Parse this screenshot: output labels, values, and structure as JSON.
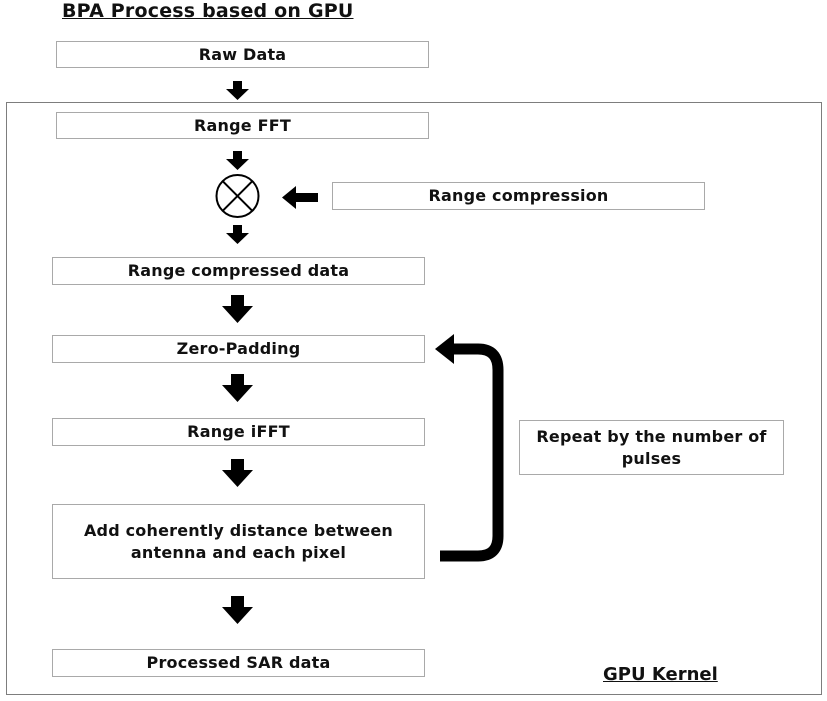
{
  "title": "BPA Process based on GPU",
  "kernel_label": "GPU Kernel",
  "steps": {
    "raw_data": "Raw Data",
    "range_fft": "Range FFT",
    "range_compression": "Range compression",
    "range_compressed_data": "Range compressed data",
    "zero_padding": "Zero-Padding",
    "range_ifft": "Range iFFT",
    "add_coherently": "Add coherently distance between antenna and each pixel",
    "processed_sar": "Processed SAR data"
  },
  "loop_label": "Repeat by the number of pulses",
  "multiply_symbol": "multiply-circle-icon"
}
